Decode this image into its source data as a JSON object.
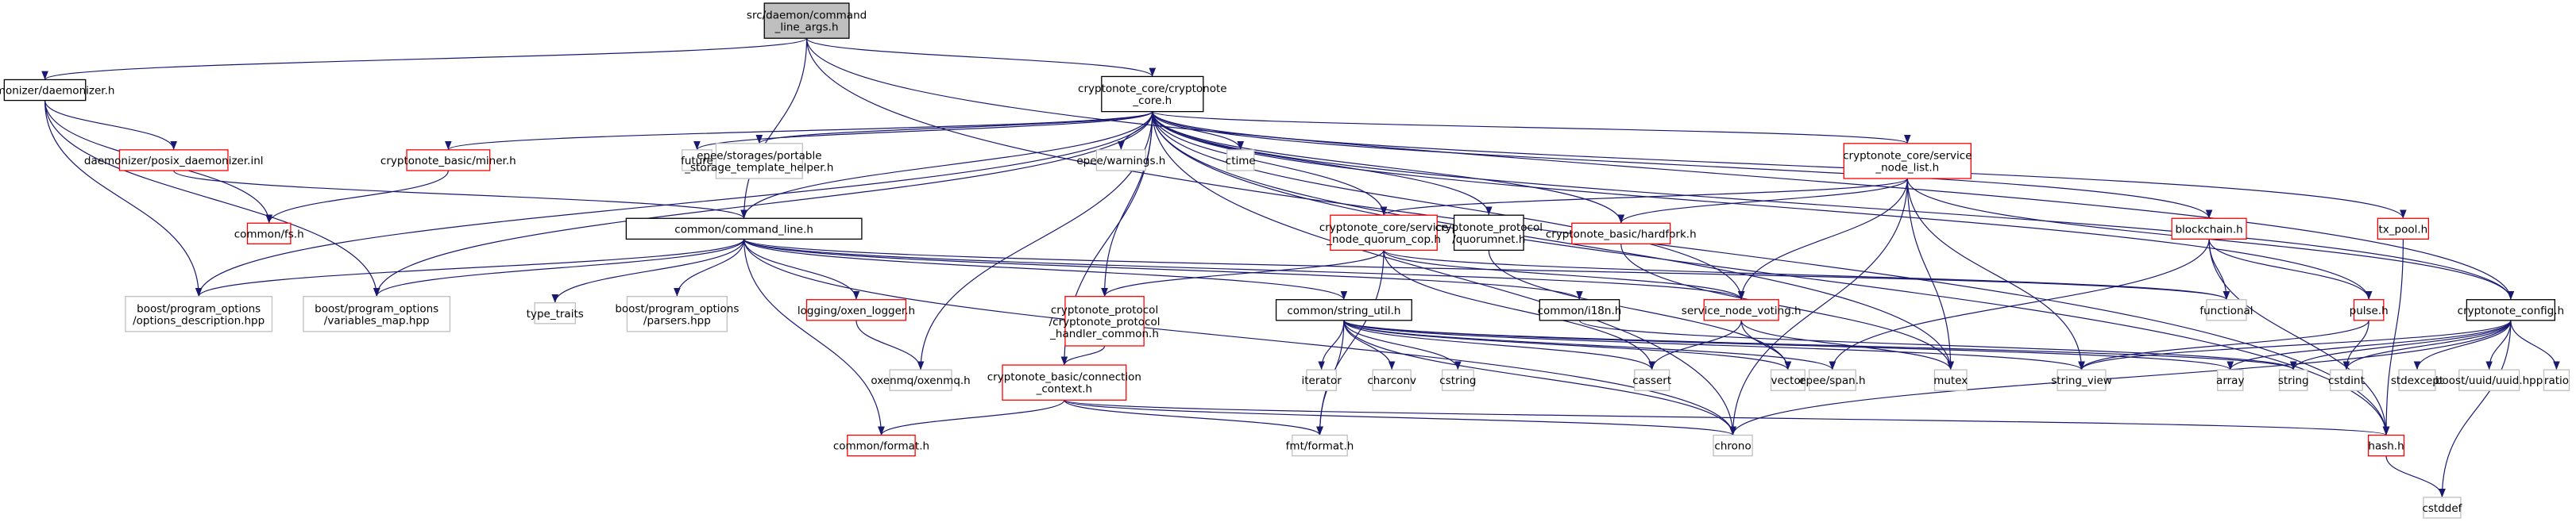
{
  "graph": {
    "nodes": [
      {
        "id": "root",
        "lines": [
          "src/daemon/command",
          "_line_args.h"
        ],
        "style": "root"
      },
      {
        "id": "daemonizer",
        "lines": [
          "daemonizer/daemonizer.h"
        ],
        "style": "normal"
      },
      {
        "id": "core",
        "lines": [
          "cryptonote_core/cryptonote",
          "_core.h"
        ],
        "style": "normal"
      },
      {
        "id": "posix",
        "lines": [
          "daemonizer/posix_daemonizer.inl"
        ],
        "style": "red"
      },
      {
        "id": "miner",
        "lines": [
          "cryptonote_basic/miner.h"
        ],
        "style": "red"
      },
      {
        "id": "future",
        "lines": [
          "future"
        ],
        "style": "grey"
      },
      {
        "id": "epee_storage",
        "lines": [
          "epee/storages/portable",
          "_storage_template_helper.h"
        ],
        "style": "grey"
      },
      {
        "id": "epee_warnings",
        "lines": [
          "epee/warnings.h"
        ],
        "style": "grey"
      },
      {
        "id": "snl",
        "lines": [
          "cryptonote_core/service",
          "_node_list.h"
        ],
        "style": "red"
      },
      {
        "id": "ctime",
        "lines": [
          "ctime"
        ],
        "style": "grey"
      },
      {
        "id": "fs",
        "lines": [
          "common/fs.h"
        ],
        "style": "red"
      },
      {
        "id": "cmdline",
        "lines": [
          "common/command_line.h"
        ],
        "style": "normal"
      },
      {
        "id": "snqc",
        "lines": [
          "cryptonote_core/service",
          "_node_quorum_cop.h"
        ],
        "style": "red"
      },
      {
        "id": "quorumnet",
        "lines": [
          "cryptonote_protocol",
          "/quorumnet.h"
        ],
        "style": "normal"
      },
      {
        "id": "hardfork",
        "lines": [
          "cryptonote_basic/hardfork.h"
        ],
        "style": "red"
      },
      {
        "id": "blockchain",
        "lines": [
          "blockchain.h"
        ],
        "style": "red"
      },
      {
        "id": "txpool",
        "lines": [
          "tx_pool.h"
        ],
        "style": "red"
      },
      {
        "id": "po_desc",
        "lines": [
          "boost/program_options",
          "/options_description.hpp"
        ],
        "style": "grey"
      },
      {
        "id": "po_vmap",
        "lines": [
          "boost/program_options",
          "/variables_map.hpp"
        ],
        "style": "grey"
      },
      {
        "id": "type_traits",
        "lines": [
          "type_traits"
        ],
        "style": "grey"
      },
      {
        "id": "po_parsers",
        "lines": [
          "boost/program_options",
          "/parsers.hpp"
        ],
        "style": "grey"
      },
      {
        "id": "oxen_logger",
        "lines": [
          "logging/oxen_logger.h"
        ],
        "style": "red"
      },
      {
        "id": "cp_handler",
        "lines": [
          "cryptonote_protocol",
          "/cryptonote_protocol",
          "_handler_common.h"
        ],
        "style": "red"
      },
      {
        "id": "string_util",
        "lines": [
          "common/string_util.h"
        ],
        "style": "normal"
      },
      {
        "id": "i18n",
        "lines": [
          "common/i18n.h"
        ],
        "style": "normal"
      },
      {
        "id": "snv",
        "lines": [
          "service_node_voting.h"
        ],
        "style": "red"
      },
      {
        "id": "functional",
        "lines": [
          "functional"
        ],
        "style": "grey"
      },
      {
        "id": "pulse",
        "lines": [
          "pulse.h"
        ],
        "style": "red"
      },
      {
        "id": "config",
        "lines": [
          "cryptonote_config.h"
        ],
        "style": "normal"
      },
      {
        "id": "oxenmq",
        "lines": [
          "oxenmq/oxenmq.h"
        ],
        "style": "grey"
      },
      {
        "id": "conn_ctx",
        "lines": [
          "cryptonote_basic/connection",
          "_context.h"
        ],
        "style": "red"
      },
      {
        "id": "iterator",
        "lines": [
          "iterator"
        ],
        "style": "grey"
      },
      {
        "id": "charconv",
        "lines": [
          "charconv"
        ],
        "style": "grey"
      },
      {
        "id": "cstring",
        "lines": [
          "cstring"
        ],
        "style": "grey"
      },
      {
        "id": "cassert",
        "lines": [
          "cassert"
        ],
        "style": "grey"
      },
      {
        "id": "vector",
        "lines": [
          "vector"
        ],
        "style": "grey"
      },
      {
        "id": "epee_span",
        "lines": [
          "epee/span.h"
        ],
        "style": "grey"
      },
      {
        "id": "mutex",
        "lines": [
          "mutex"
        ],
        "style": "grey"
      },
      {
        "id": "string_view",
        "lines": [
          "string_view"
        ],
        "style": "grey"
      },
      {
        "id": "array",
        "lines": [
          "array"
        ],
        "style": "grey"
      },
      {
        "id": "string",
        "lines": [
          "string"
        ],
        "style": "grey"
      },
      {
        "id": "cstdint",
        "lines": [
          "cstdint"
        ],
        "style": "grey"
      },
      {
        "id": "stdexcept",
        "lines": [
          "stdexcept"
        ],
        "style": "grey"
      },
      {
        "id": "uuid",
        "lines": [
          "boost/uuid/uuid.hpp"
        ],
        "style": "grey"
      },
      {
        "id": "ratio",
        "lines": [
          "ratio"
        ],
        "style": "grey"
      },
      {
        "id": "format",
        "lines": [
          "common/format.h"
        ],
        "style": "red"
      },
      {
        "id": "fmt",
        "lines": [
          "fmt/format.h"
        ],
        "style": "grey"
      },
      {
        "id": "chrono",
        "lines": [
          "chrono"
        ],
        "style": "grey"
      },
      {
        "id": "hash",
        "lines": [
          "hash.h"
        ],
        "style": "red"
      },
      {
        "id": "cstddef",
        "lines": [
          "cstddef"
        ],
        "style": "grey"
      }
    ],
    "edges": [
      [
        "root",
        "daemonizer"
      ],
      [
        "root",
        "core"
      ],
      [
        "root",
        "cmdline"
      ],
      [
        "root",
        "config"
      ],
      [
        "root",
        "hash"
      ],
      [
        "daemonizer",
        "posix"
      ],
      [
        "daemonizer",
        "fs"
      ],
      [
        "daemonizer",
        "po_desc"
      ],
      [
        "daemonizer",
        "po_vmap"
      ],
      [
        "posix",
        "cmdline"
      ],
      [
        "miner",
        "fs"
      ],
      [
        "core",
        "miner"
      ],
      [
        "core",
        "future"
      ],
      [
        "core",
        "epee_storage"
      ],
      [
        "core",
        "epee_warnings"
      ],
      [
        "core",
        "snl"
      ],
      [
        "core",
        "ctime"
      ],
      [
        "core",
        "cmdline"
      ],
      [
        "core",
        "snqc"
      ],
      [
        "core",
        "quorumnet"
      ],
      [
        "core",
        "hardfork"
      ],
      [
        "core",
        "blockchain"
      ],
      [
        "core",
        "txpool"
      ],
      [
        "core",
        "po_desc"
      ],
      [
        "core",
        "po_vmap"
      ],
      [
        "core",
        "cp_handler"
      ],
      [
        "core",
        "conn_ctx"
      ],
      [
        "core",
        "oxenmq"
      ],
      [
        "core",
        "snv"
      ],
      [
        "core",
        "pulse"
      ],
      [
        "core",
        "mutex"
      ],
      [
        "core",
        "chrono"
      ],
      [
        "core",
        "hash"
      ],
      [
        "core",
        "config"
      ],
      [
        "snl",
        "snqc"
      ],
      [
        "snl",
        "hardfork"
      ],
      [
        "snl",
        "snv"
      ],
      [
        "snl",
        "config"
      ],
      [
        "snl",
        "mutex"
      ],
      [
        "snl",
        "string_view"
      ],
      [
        "snl",
        "chrono"
      ],
      [
        "cmdline",
        "po_desc"
      ],
      [
        "cmdline",
        "po_vmap"
      ],
      [
        "cmdline",
        "type_traits"
      ],
      [
        "cmdline",
        "po_parsers"
      ],
      [
        "cmdline",
        "oxen_logger"
      ],
      [
        "cmdline",
        "string_util"
      ],
      [
        "cmdline",
        "i18n"
      ],
      [
        "cmdline",
        "functional"
      ],
      [
        "cmdline",
        "format"
      ],
      [
        "cmdline",
        "chrono"
      ],
      [
        "cmdline",
        "snv"
      ],
      [
        "snqc",
        "cp_handler"
      ],
      [
        "snqc",
        "snv"
      ],
      [
        "snqc",
        "cassert"
      ],
      [
        "snqc",
        "fmt"
      ],
      [
        "snqc",
        "functional"
      ],
      [
        "quorumnet",
        "vector"
      ],
      [
        "hardfork",
        "mutex"
      ],
      [
        "blockchain",
        "functional"
      ],
      [
        "blockchain",
        "pulse"
      ],
      [
        "blockchain",
        "epee_span"
      ],
      [
        "blockchain",
        "hash"
      ],
      [
        "txpool",
        "hash"
      ],
      [
        "oxen_logger",
        "oxenmq"
      ],
      [
        "cp_handler",
        "conn_ctx"
      ],
      [
        "string_util",
        "iterator"
      ],
      [
        "string_util",
        "charconv"
      ],
      [
        "string_util",
        "cstring"
      ],
      [
        "string_util",
        "cassert"
      ],
      [
        "string_util",
        "vector"
      ],
      [
        "string_util",
        "epee_span"
      ],
      [
        "string_util",
        "string_view"
      ],
      [
        "string_util",
        "chrono"
      ],
      [
        "string_util",
        "fmt"
      ],
      [
        "string_util",
        "array"
      ],
      [
        "string_util",
        "string"
      ],
      [
        "i18n",
        "string"
      ],
      [
        "snv",
        "cassert"
      ],
      [
        "snv",
        "vector"
      ],
      [
        "snv",
        "mutex"
      ],
      [
        "pulse",
        "cstdint"
      ],
      [
        "pulse",
        "string_view"
      ],
      [
        "config",
        "string_view"
      ],
      [
        "config",
        "array"
      ],
      [
        "config",
        "string"
      ],
      [
        "config",
        "cstdint"
      ],
      [
        "config",
        "stdexcept"
      ],
      [
        "config",
        "uuid"
      ],
      [
        "config",
        "ratio"
      ],
      [
        "config",
        "chrono"
      ],
      [
        "config",
        "cstddef"
      ],
      [
        "conn_ctx",
        "format"
      ],
      [
        "conn_ctx",
        "fmt"
      ],
      [
        "conn_ctx",
        "chrono"
      ],
      [
        "conn_ctx",
        "hash"
      ],
      [
        "hash",
        "cstddef"
      ]
    ]
  }
}
